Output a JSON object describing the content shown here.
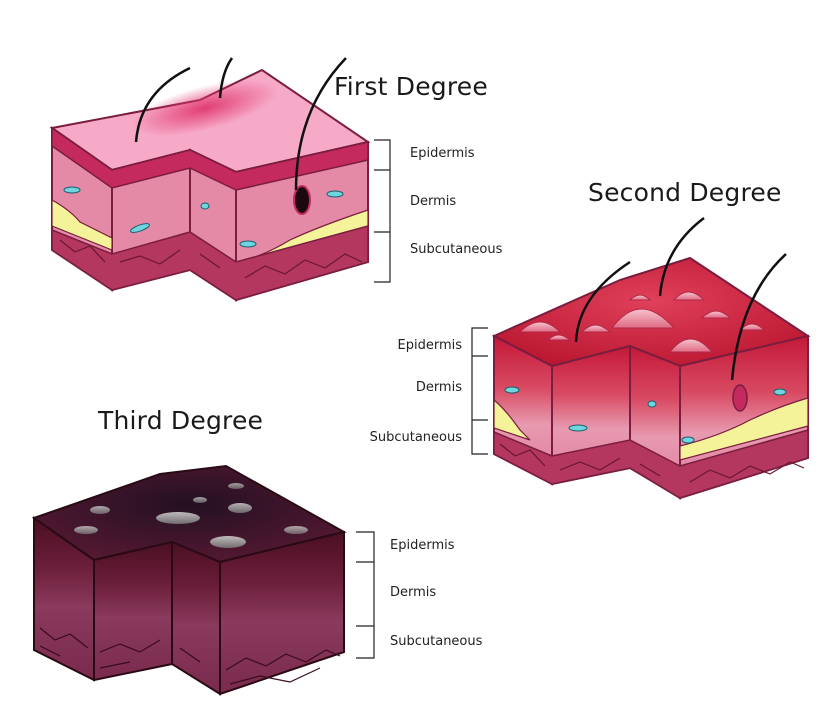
{
  "diagrams": [
    {
      "title": "First Degree",
      "layers": [
        "Epidermis",
        "Dermis",
        "Subcutaneous"
      ]
    },
    {
      "title": "Second Degree",
      "layers": [
        "Epidermis",
        "Dermis",
        "Subcutaneous"
      ]
    },
    {
      "title": "Third Degree",
      "layers": [
        "Epidermis",
        "Dermis",
        "Subcutaneous"
      ]
    }
  ],
  "colors": {
    "epidermis_surface_first": "#f7a9c8",
    "burn_redness": "#e0386f",
    "dermis": "#e48aa6",
    "fat": "#f5f39a",
    "subcutaneous": "#b3375e",
    "second_degree_surface": "#c8183a",
    "third_degree_surface": "#3a0c1e",
    "third_degree_body": "#7a3050"
  }
}
